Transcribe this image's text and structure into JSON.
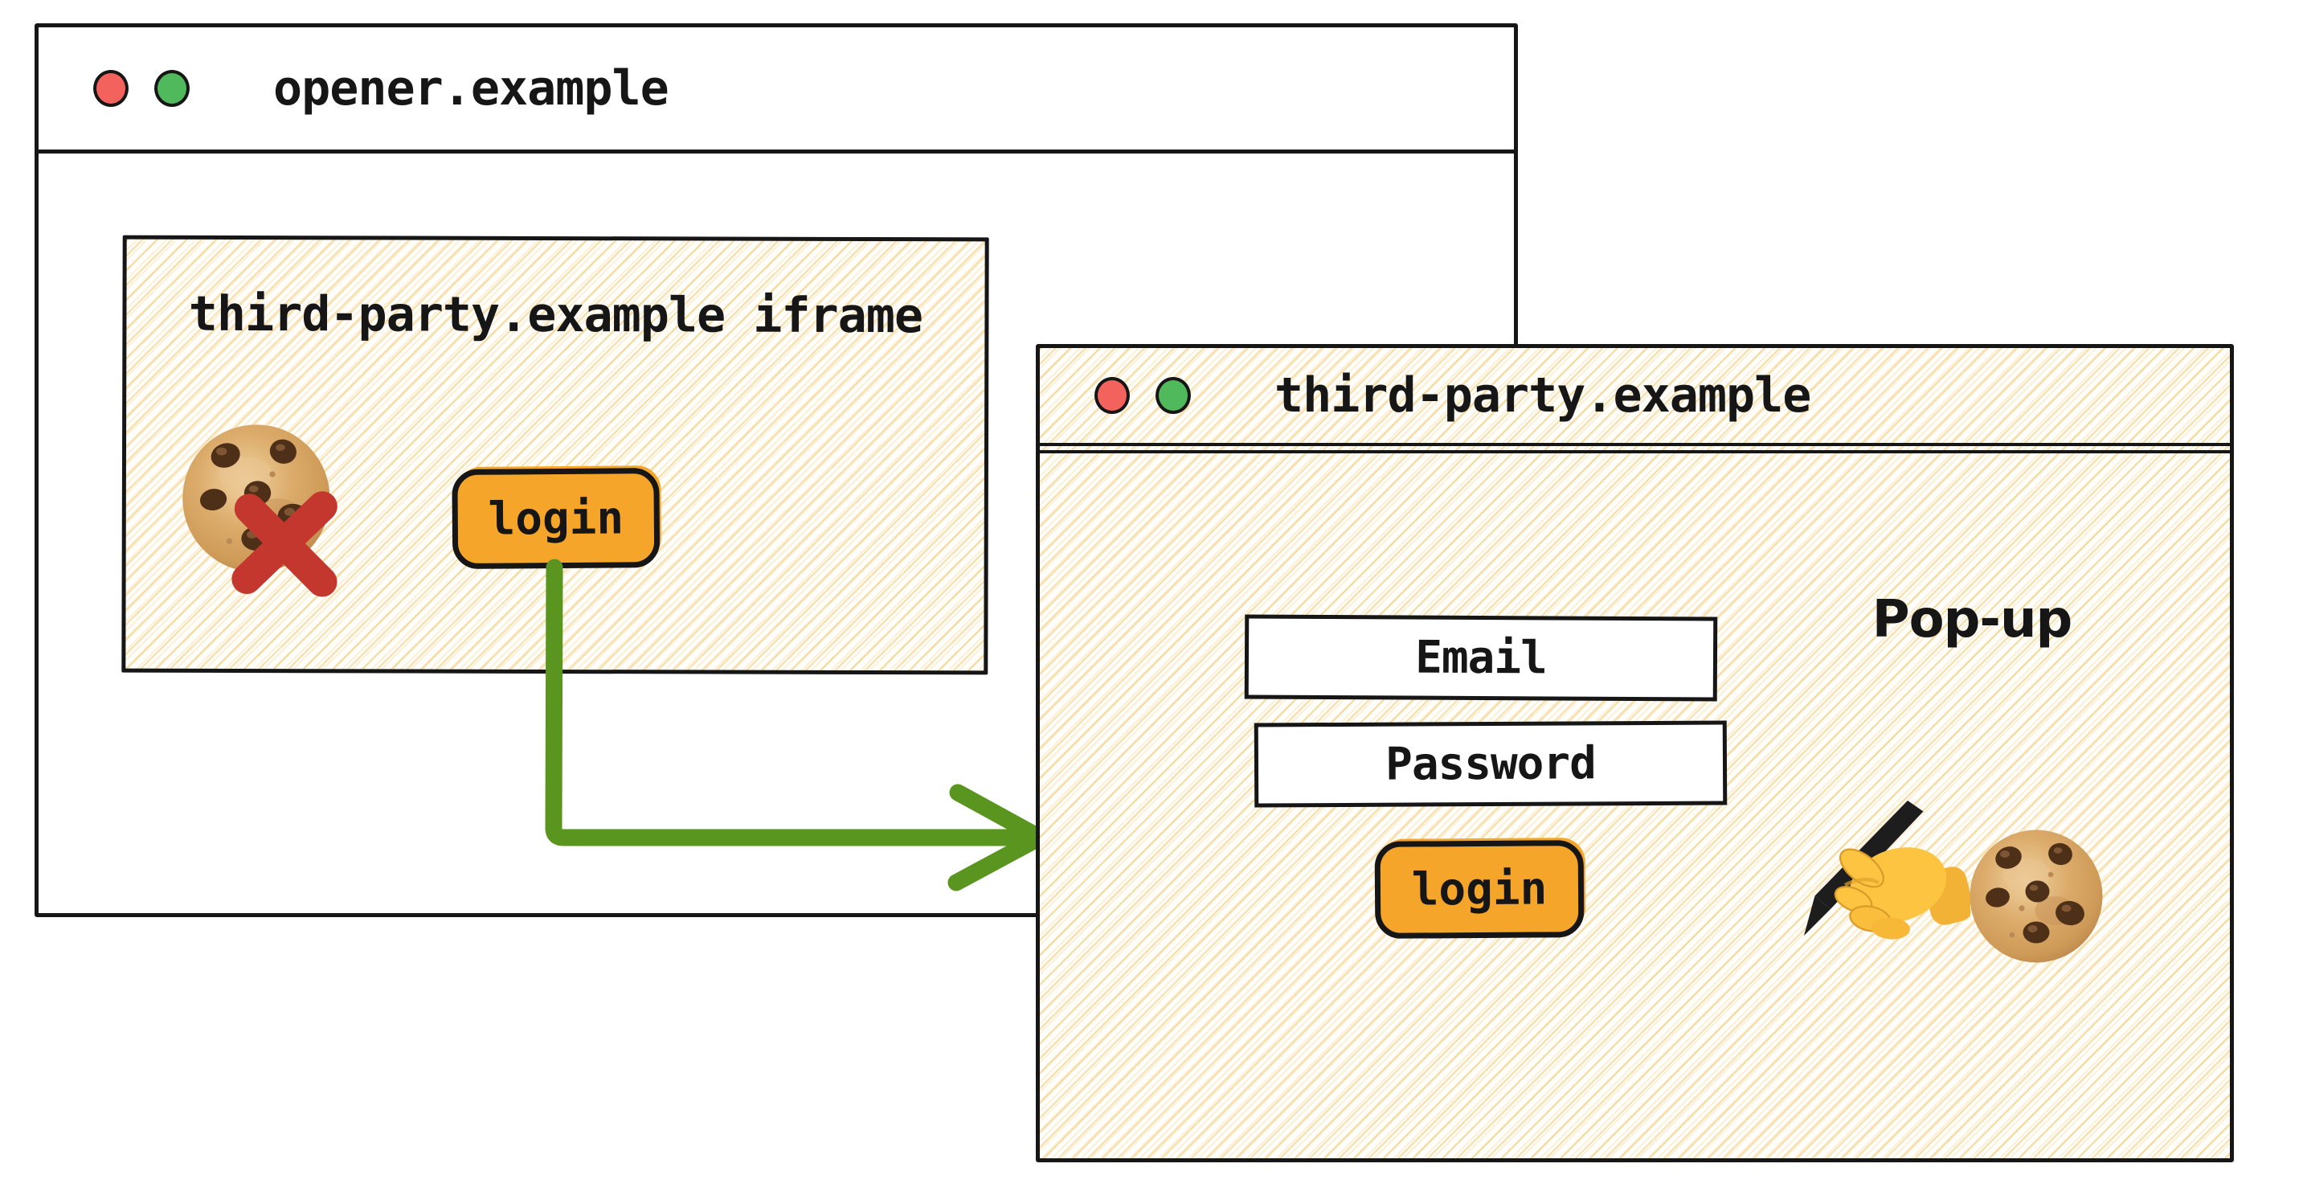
{
  "opener_window": {
    "title": "opener.example",
    "iframe": {
      "label": "third-party.example iframe",
      "login_button_label": "login",
      "cookie_icon": "cookie-icon",
      "blocked_icon": "blocked-cross-icon"
    }
  },
  "popup_window": {
    "title": "third-party.example",
    "popup_label": "Pop-up",
    "email_placeholder": "Email",
    "password_placeholder": "Password",
    "login_button_label": "login",
    "icons": [
      "writing-hand-icon",
      "cookie-icon"
    ]
  },
  "arrow": {
    "meaning": "iframe login button opens pop-up",
    "color": "#5A961F"
  },
  "colors": {
    "accent_orange": "#F5A62A",
    "arrow_green": "#5A961F",
    "blocked_red": "#C4372E",
    "traffic_red": "#F4625E",
    "traffic_green": "#50B95C",
    "hatch_line": "#EFC467",
    "ink": "#161616"
  }
}
